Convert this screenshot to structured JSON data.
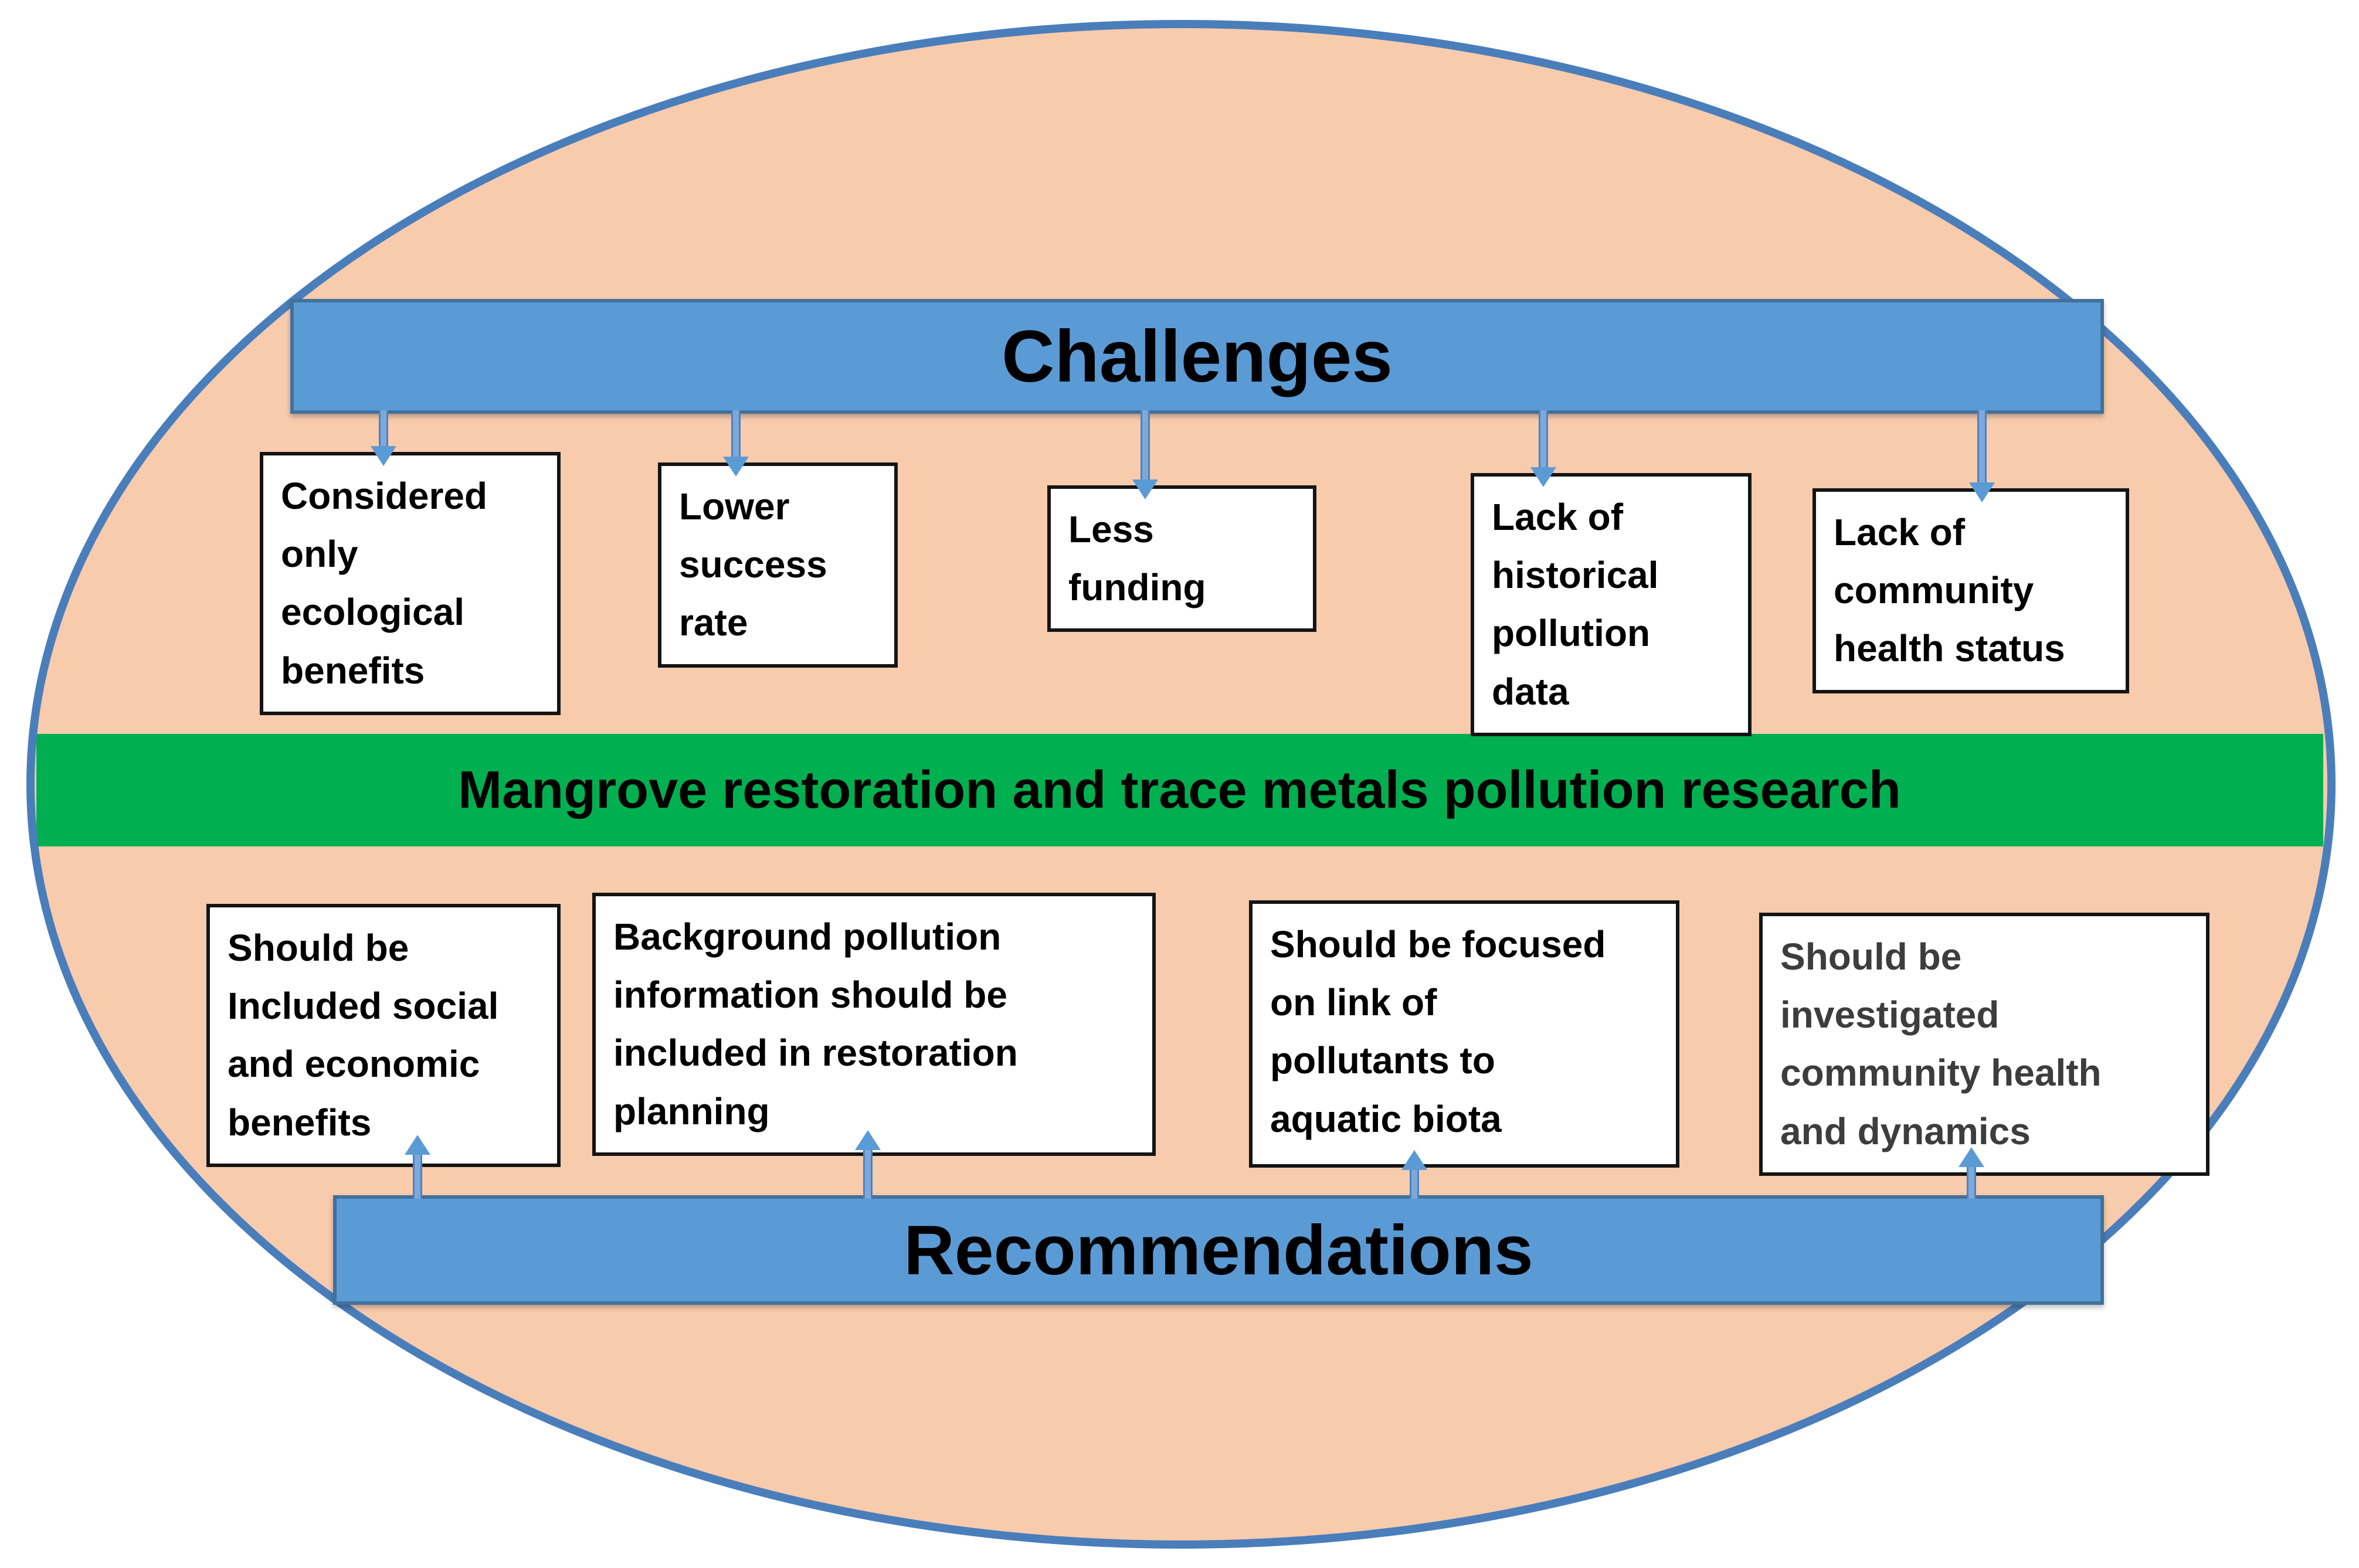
{
  "diagram": {
    "center_band": {
      "label": "Mangrove restoration and trace metals pollution research"
    },
    "challenges": {
      "title": "Challenges",
      "items": [
        {
          "text": "Considered\nonly\necological\nbenefits"
        },
        {
          "text": "Lower\nsuccess\nrate"
        },
        {
          "text": "Less\nfunding"
        },
        {
          "text": "Lack of\nhistorical\npollution\ndata"
        },
        {
          "text": "Lack of\ncommunity\nhealth status"
        }
      ]
    },
    "recommendations": {
      "title": "Recommendations",
      "items": [
        {
          "text": "Should be\nIncluded social\nand economic\nbenefits"
        },
        {
          "text": "Background pollution\ninformation should be\nincluded in restoration\nplanning"
        },
        {
          "text": "Should be focused\non link of\npollutants to\naquatic biota"
        },
        {
          "text": "Should be\ninvestigated\ncommunity health\nand dynamics"
        }
      ]
    },
    "colors": {
      "ellipse_fill": "#F8CBAD",
      "ellipse_border": "#4A7EBB",
      "bar_fill": "#5B9BD5",
      "bar_border": "#41719C",
      "band_fill": "#00B050",
      "box_border": "#141414",
      "text": "#000000"
    }
  }
}
